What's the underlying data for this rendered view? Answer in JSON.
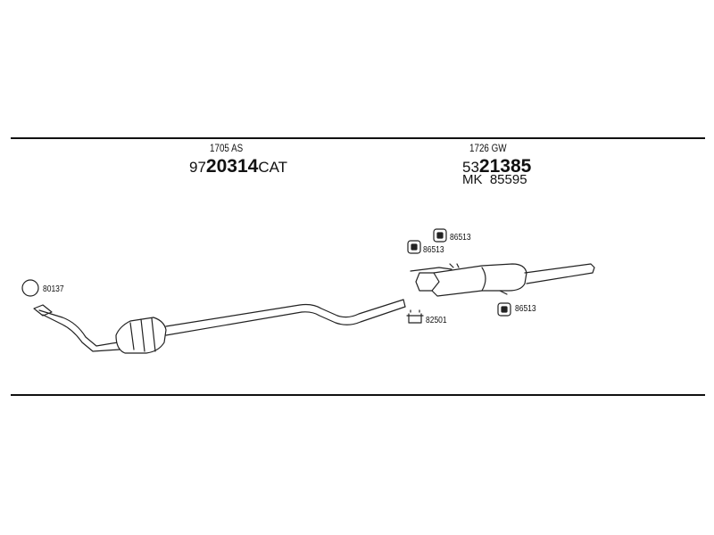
{
  "sections": [
    {
      "code": "1705 AS",
      "part_prefix": "97",
      "part_main": "20314",
      "part_suffix": "CAT"
    },
    {
      "code": "1726 GW",
      "part_prefix": "53",
      "part_main": "21385",
      "extra": "MK  85595"
    }
  ],
  "callouts": {
    "front_ring": "80137",
    "mount_upper": "86513",
    "mount_middle": "86513",
    "mount_lower": "86513",
    "clamp": "82501"
  }
}
